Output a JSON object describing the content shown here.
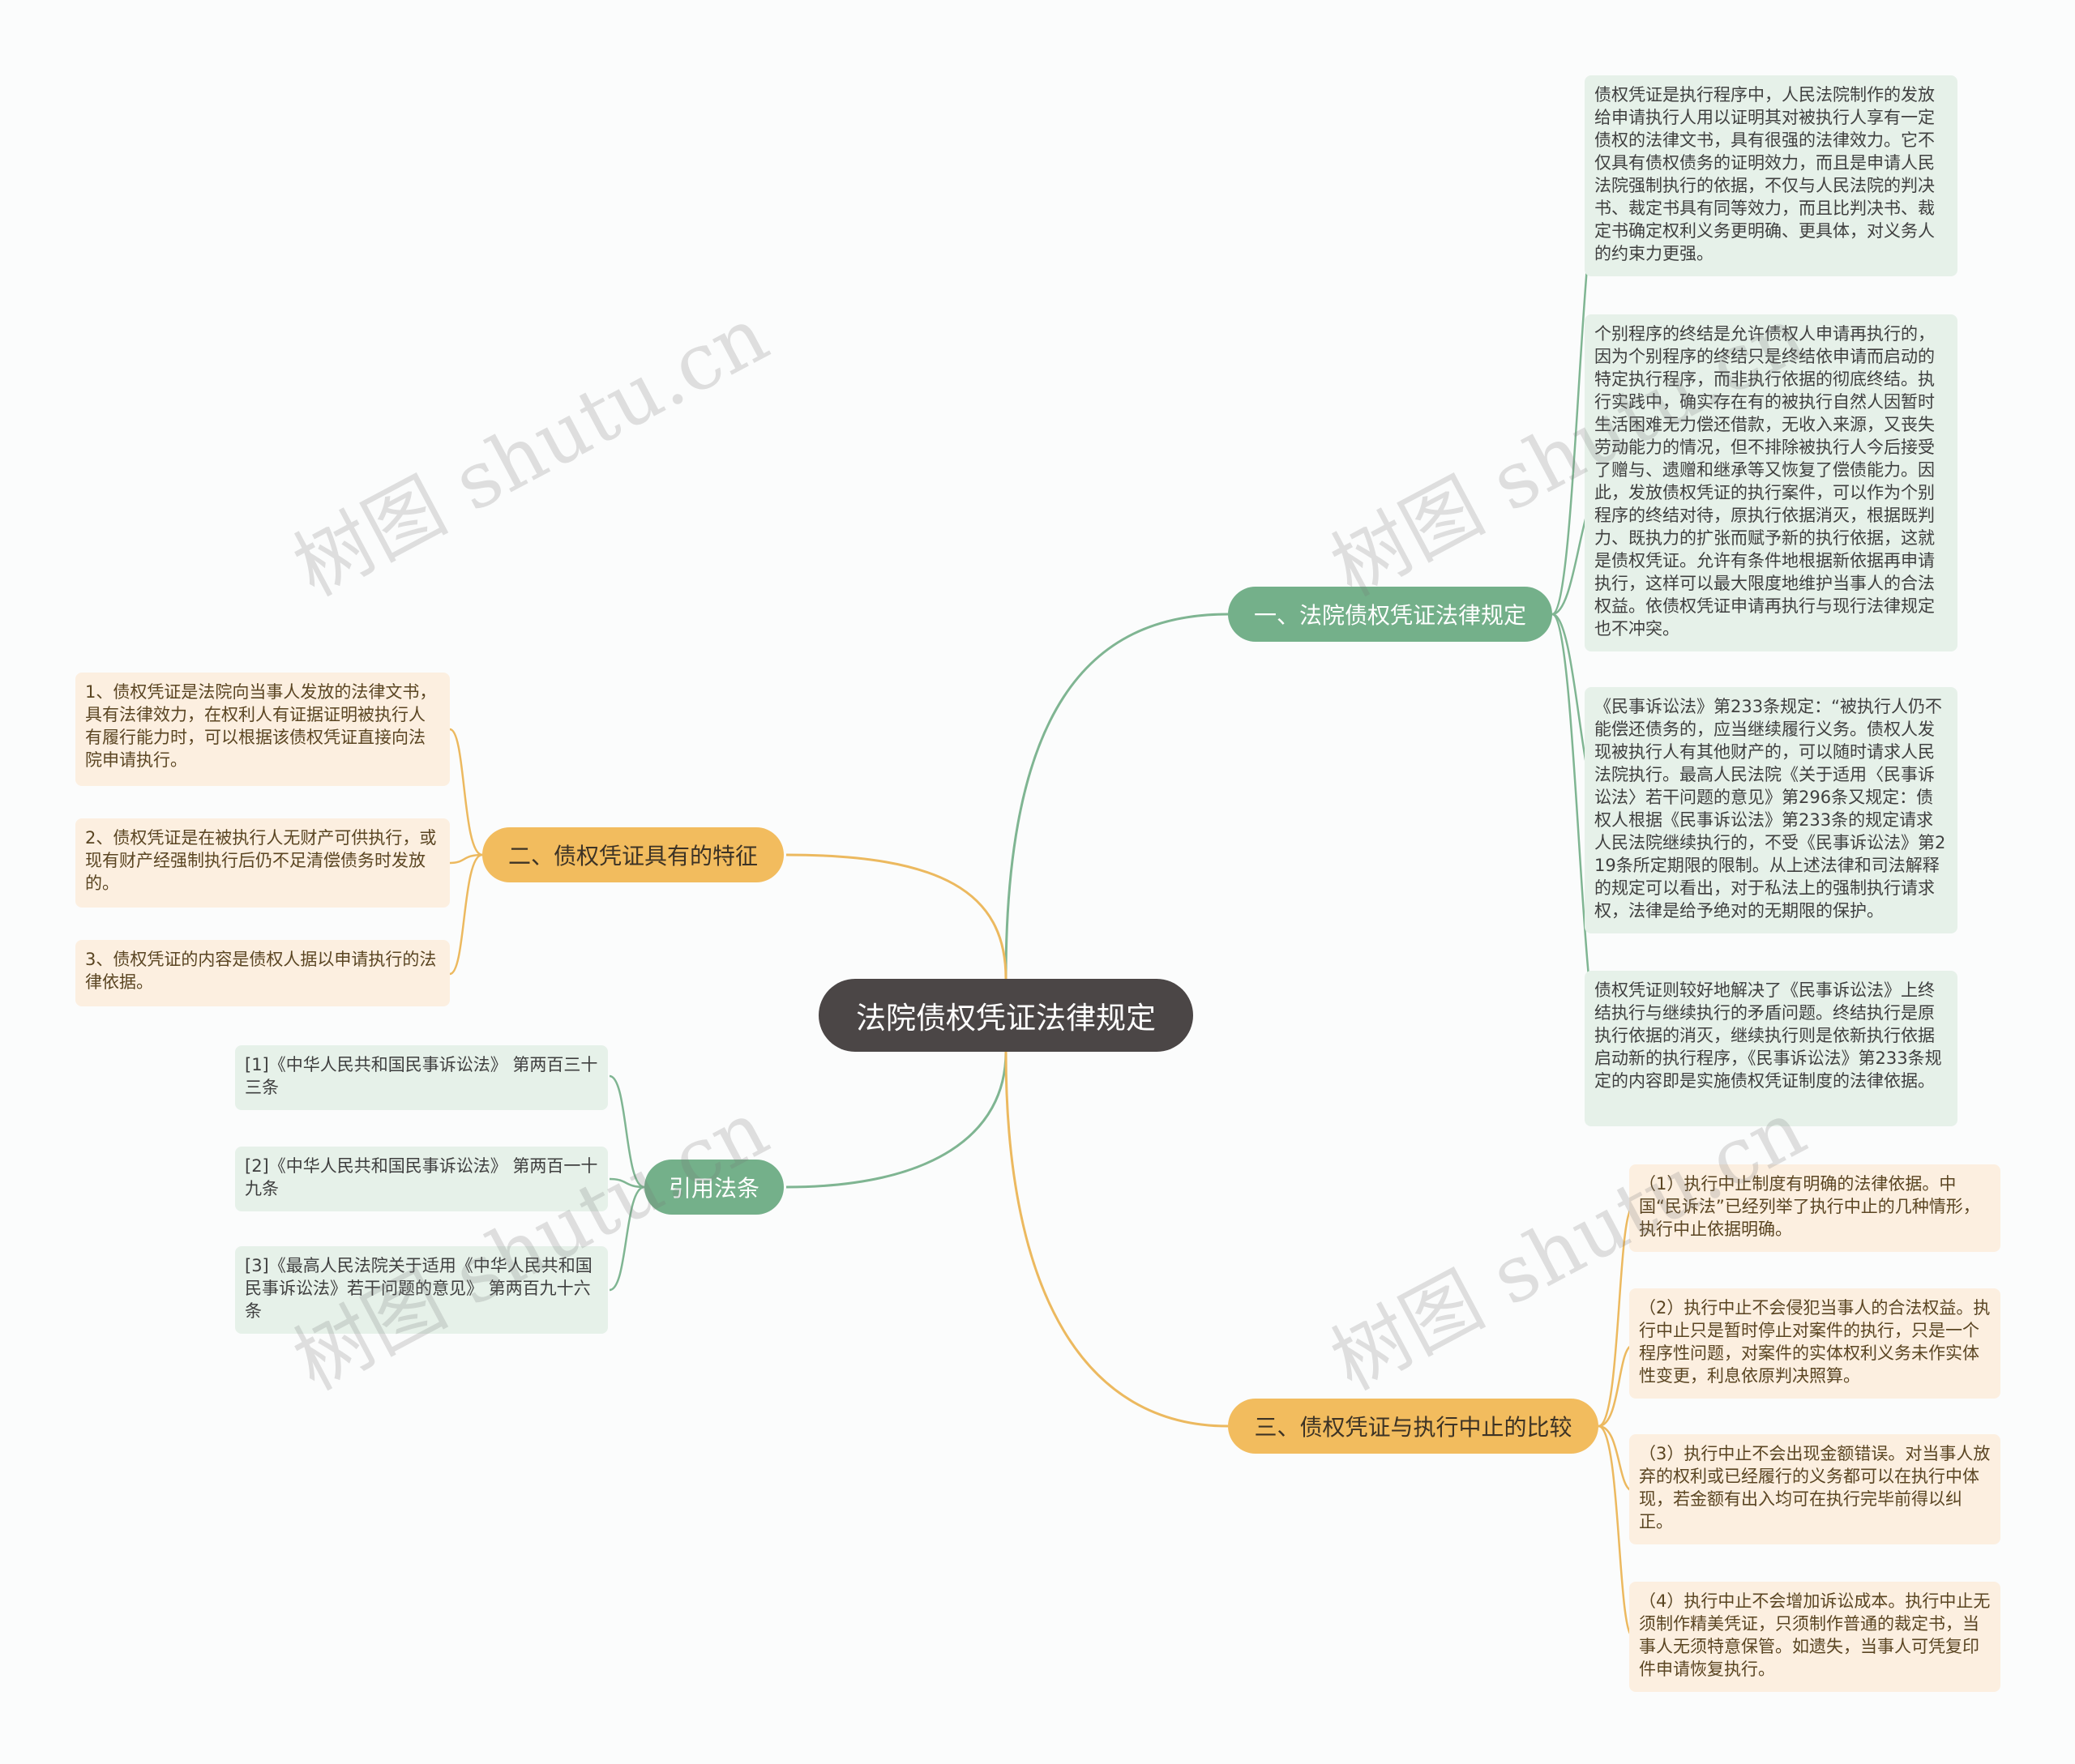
{
  "root": {
    "label": "法院债权凭证法律规定"
  },
  "branches": {
    "b1": {
      "label": "一、法院债权凭证法律规定",
      "leaves": [
        "债权凭证是执行程序中，人民法院制作的发放给申请执行人用以证明其对被执行人享有一定债权的法律文书，具有很强的法律效力。它不仅具有债权债务的证明效力，而且是申请人民法院强制执行的依据，不仅与人民法院的判决书、裁定书具有同等效力，而且比判决书、裁定书确定权利义务更明确、更具体，对义务人的约束力更强。",
        "个别程序的终结是允许债权人申请再执行的，因为个别程序的终结只是终结依申请而启动的特定执行程序，而非执行依据的彻底终结。执行实践中，确实存在有的被执行自然人因暂时生活困难无力偿还借款，无收入来源，又丧失劳动能力的情况，但不排除被执行人今后接受了赠与、遗赠和继承等又恢复了偿债能力。因此，发放债权凭证的执行案件，可以作为个别程序的终结对待，原执行依据消灭，根据既判力、既执力的扩张而赋予新的执行依据，这就是债权凭证。允许有条件地根据新依据再申请执行，这样可以最大限度地维护当事人的合法权益。依债权凭证申请再执行与现行法律规定也不冲突。",
        "《民事诉讼法》第233条规定：“被执行人仍不能偿还债务的，应当继续履行义务。债权人发现被执行人有其他财产的，可以随时请求人民法院执行。最高人民法院《关于适用〈民事诉讼法〉若干问题的意见》第296条又规定：债权人根据《民事诉讼法》第233条的规定请求人民法院继续执行的，不受《民事诉讼法》第219条所定期限的限制。从上述法律和司法解释的规定可以看出，对于私法上的强制执行请求权，法律是给予绝对的无期限的保护。",
        "债权凭证则较好地解决了《民事诉讼法》上终结执行与继续执行的矛盾问题。终结执行是原执行依据的消灭，继续执行则是依新执行依据启动新的执行程序，《民事诉讼法》第233条规定的内容即是实施债权凭证制度的法律依据。"
      ]
    },
    "b2": {
      "label": "二、债权凭证具有的特征",
      "leaves": [
        "1、债权凭证是法院向当事人发放的法律文书，具有法律效力，在权利人有证据证明被执行人有履行能力时，可以根据该债权凭证直接向法院申请执行。",
        "2、债权凭证是在被执行人无财产可供执行，或现有财产经强制执行后仍不足清偿债务时发放的。",
        "3、债权凭证的内容是债权人据以申请执行的法律依据。"
      ]
    },
    "b3": {
      "label": "引用法条",
      "leaves": [
        "[1]《中华人民共和国民事诉讼法》 第两百三十三条",
        "[2]《中华人民共和国民事诉讼法》 第两百一十九条",
        "[3]《最高人民法院关于适用《中华人民共和国民事诉讼法》若干问题的意见》 第两百九十六条"
      ]
    },
    "b4": {
      "label": "三、债权凭证与执行中止的比较",
      "leaves": [
        "（1）执行中止制度有明确的法律依据。中国“民诉法”已经列举了执行中止的几种情形，执行中止依据明确。",
        "（2）执行中止不会侵犯当事人的合法权益。执行中止只是暂时停止对案件的执行，只是一个程序性问题，对案件的实体权利义务未作实体性变更，利息依原判决照算。",
        "（3）执行中止不会出现金额错误。对当事人放弃的权利或已经履行的义务都可以在执行中体现，若金额有出入均可在执行完毕前得以纠正。",
        "（4）执行中止不会增加诉讼成本。执行中止无须制作精美凭证，只须制作普通的裁定书，当事人无须特意保管。如遗失，当事人可凭复印件申请恢复执行。"
      ]
    }
  },
  "watermark": "树图 shutu.cn",
  "colors": {
    "root": "#4b4646",
    "green_branch": "#74b08a",
    "green_leaf": "#e6f1e9",
    "orange_branch": "#f2bc5e",
    "orange_leaf": "#fcefe0",
    "green_line": "#7fb592",
    "orange_line": "#ecb95f"
  }
}
